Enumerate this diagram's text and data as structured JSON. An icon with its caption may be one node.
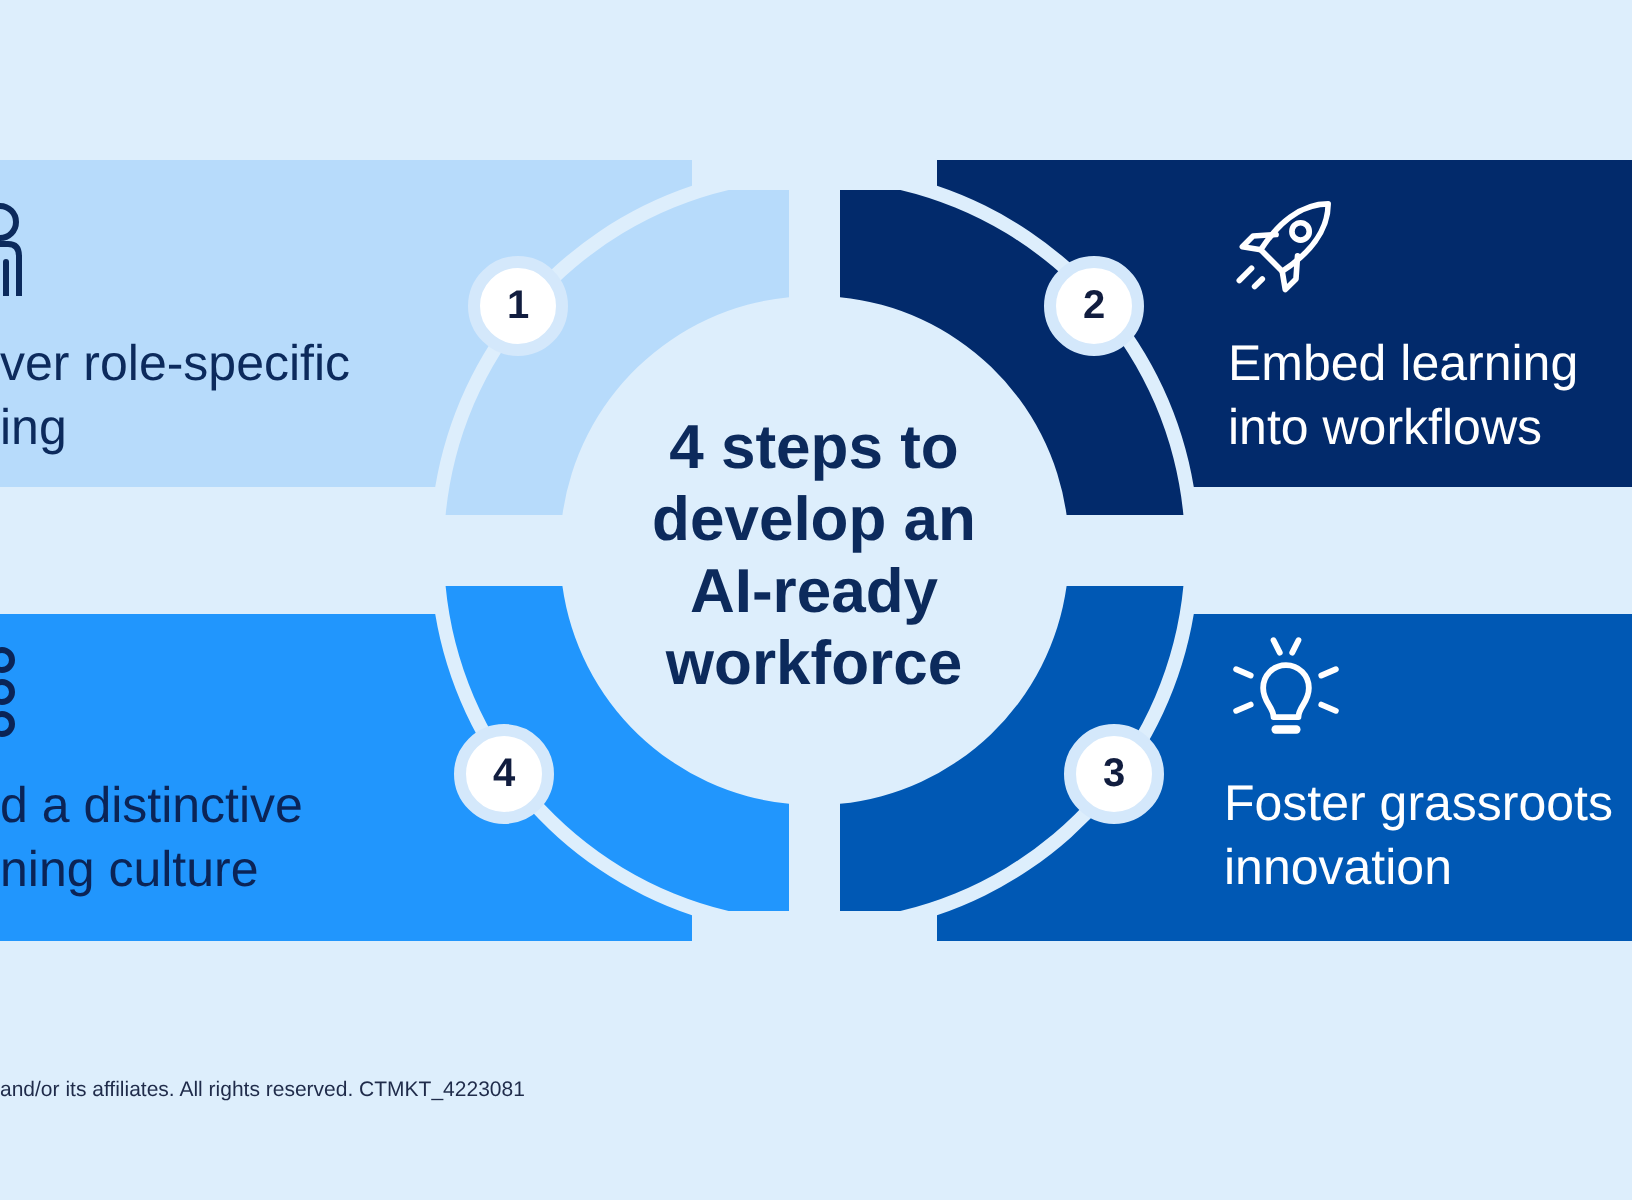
{
  "diagram": {
    "title": "4 steps to develop an AI-ready workforce",
    "nodes": [
      {
        "text": [
          "ver role-specific ing"
        ]
      },
      {
        "text": [
          "1"
        ],
        "in": 0
      },
      {
        "text": [
          "Embed learning into workflows"
        ]
      },
      {
        "text": [
          "2"
        ],
        "in": 2
      },
      {
        "text": [
          "Foster grassroots innovation"
        ]
      },
      {
        "text": [
          "3"
        ],
        "in": 4
      },
      {
        "text": [
          "d a distinctive ning culture"
        ]
      },
      {
        "text": [
          "4"
        ],
        "in": 6
      }
    ],
    "labels": [
      "and/or its affiliates. All rights reserved. CTMKT_4223081"
    ]
  }
}
